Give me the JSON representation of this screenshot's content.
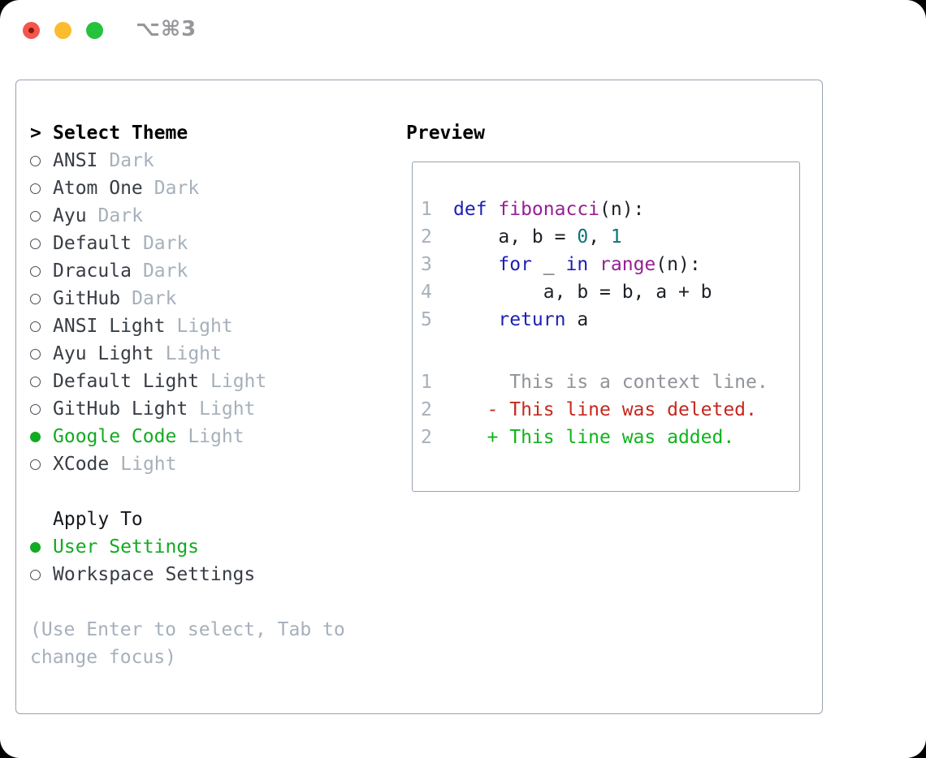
{
  "window": {
    "title": "⌥⌘3"
  },
  "panel": {
    "select_theme": {
      "prompt": ">",
      "title": "Select Theme",
      "items": [
        {
          "name": "ANSI",
          "variant": "Dark",
          "selected": false
        },
        {
          "name": "Atom One",
          "variant": "Dark",
          "selected": false
        },
        {
          "name": "Ayu",
          "variant": "Dark",
          "selected": false
        },
        {
          "name": "Default",
          "variant": "Dark",
          "selected": false
        },
        {
          "name": "Dracula",
          "variant": "Dark",
          "selected": false
        },
        {
          "name": "GitHub",
          "variant": "Dark",
          "selected": false
        },
        {
          "name": "ANSI Light",
          "variant": "Light",
          "selected": false
        },
        {
          "name": "Ayu Light",
          "variant": "Light",
          "selected": false
        },
        {
          "name": "Default Light",
          "variant": "Light",
          "selected": false
        },
        {
          "name": "GitHub Light",
          "variant": "Light",
          "selected": false
        },
        {
          "name": "Google Code",
          "variant": "Light",
          "selected": true
        },
        {
          "name": "XCode",
          "variant": "Light",
          "selected": false
        }
      ]
    },
    "apply_to": {
      "title": "Apply To",
      "options": [
        {
          "name": "User Settings",
          "selected": true
        },
        {
          "name": "Workspace Settings",
          "selected": false
        }
      ]
    },
    "hint": "(Use Enter to select, Tab to change focus)"
  },
  "preview": {
    "title": "Preview",
    "code_lines": [
      {
        "number": "1",
        "tokens": [
          {
            "text": "def ",
            "type": "keyword"
          },
          {
            "text": "fibonacci",
            "type": "function"
          },
          {
            "text": "(n):",
            "type": "plain"
          }
        ]
      },
      {
        "number": "2",
        "tokens": [
          {
            "text": "    a, b = ",
            "type": "plain"
          },
          {
            "text": "0",
            "type": "literal"
          },
          {
            "text": ", ",
            "type": "plain"
          },
          {
            "text": "1",
            "type": "literal"
          }
        ]
      },
      {
        "number": "3",
        "tokens": [
          {
            "text": "    ",
            "type": "plain"
          },
          {
            "text": "for",
            "type": "keyword"
          },
          {
            "text": " _ ",
            "type": "plain"
          },
          {
            "text": "in",
            "type": "keyword"
          },
          {
            "text": " ",
            "type": "plain"
          },
          {
            "text": "range",
            "type": "function"
          },
          {
            "text": "(n):",
            "type": "plain"
          }
        ]
      },
      {
        "number": "4",
        "tokens": [
          {
            "text": "        a, b = b, a + b",
            "type": "plain"
          }
        ]
      },
      {
        "number": "5",
        "tokens": [
          {
            "text": "    ",
            "type": "plain"
          },
          {
            "text": "return",
            "type": "keyword"
          },
          {
            "text": " a",
            "type": "plain"
          }
        ]
      },
      {
        "blank": true
      },
      {
        "number": "1",
        "tokens": [
          {
            "text": "     This is a context line.",
            "type": "context"
          }
        ]
      },
      {
        "number": "2",
        "tokens": [
          {
            "text": "   - This line was deleted.",
            "type": "deleted"
          }
        ]
      },
      {
        "number": "2",
        "tokens": [
          {
            "text": "   + This line was added.",
            "type": "added"
          }
        ]
      }
    ]
  },
  "colors": {
    "accent_green": "#12ab22",
    "keyword": "#1e1eb4",
    "function_name": "#962093",
    "literal": "#0e7474",
    "code_plain": "#1d2127",
    "context_gray": "#8f939a",
    "deleted_red": "#c5281e",
    "added_green": "#0fb41c",
    "muted": "#a6b0bb",
    "border": "#99a2ad",
    "radio_outline": "#454c55",
    "text_dark": "#383d45",
    "heading_black": "#000000",
    "title_gray": "#97979b",
    "traffic_red": "#f4564d",
    "traffic_red_dot": "#8a170b",
    "traffic_yellow": "#fcbc2e",
    "traffic_green": "#27c23d"
  }
}
